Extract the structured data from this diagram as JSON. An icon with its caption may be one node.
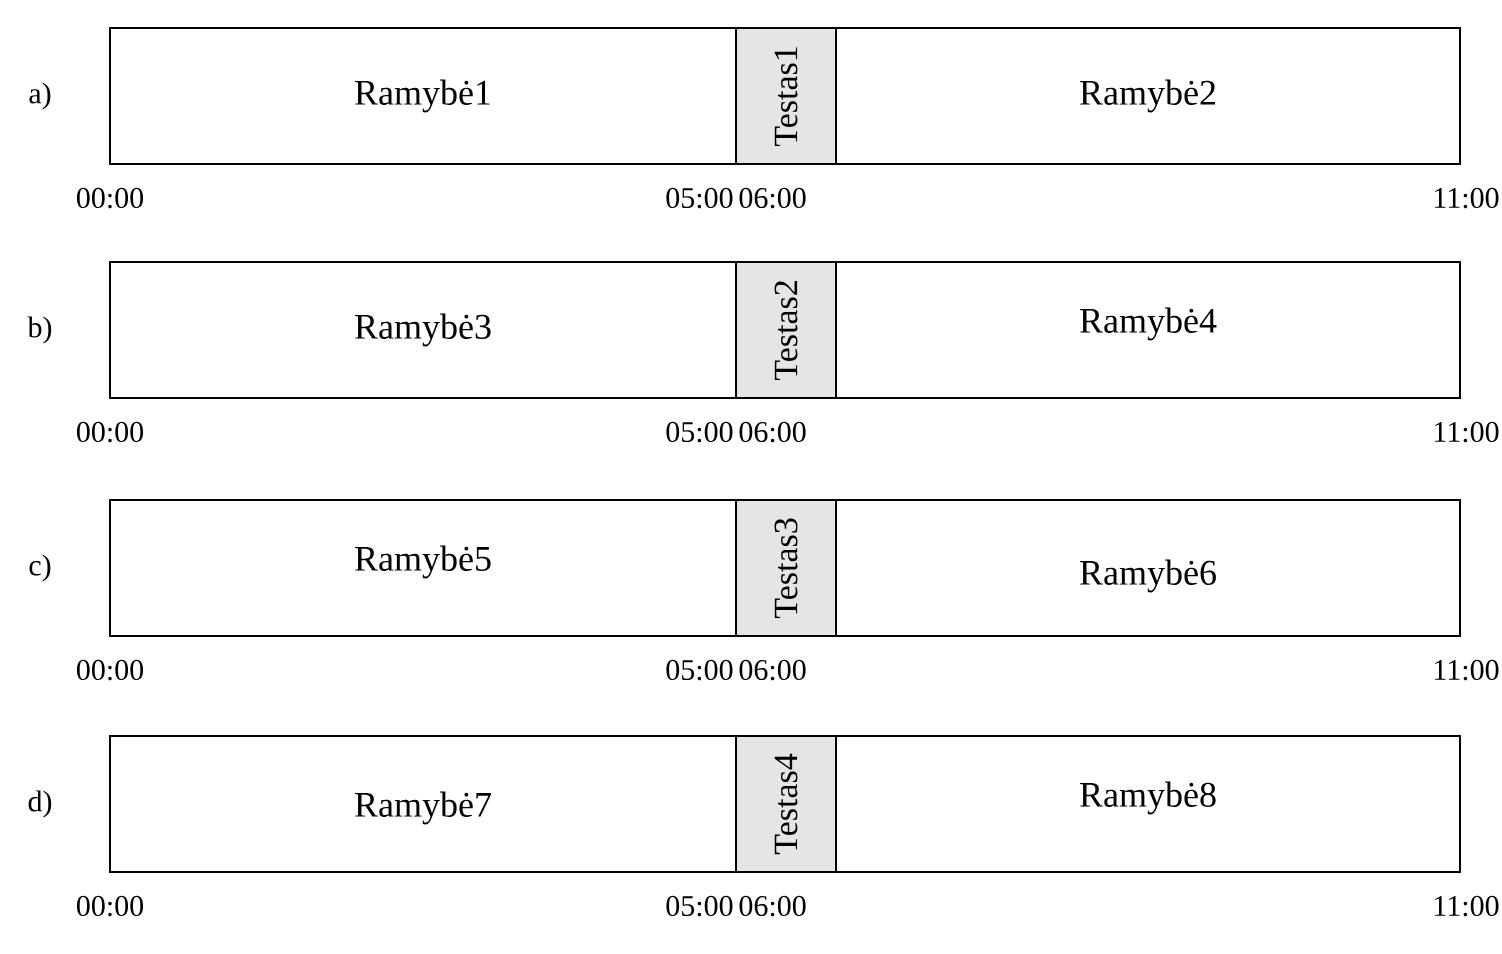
{
  "diagram": {
    "nodes": [
      {
        "text": [
          "Ramybė1"
        ]
      },
      {
        "text": [
          "Testas1"
        ]
      },
      {
        "text": [
          "Ramybė2"
        ]
      },
      {
        "text": [
          "Ramybė3"
        ]
      },
      {
        "text": [
          "Testas2"
        ]
      },
      {
        "text": [
          "Ramybė4"
        ]
      },
      {
        "text": [
          "Ramybė5"
        ]
      },
      {
        "text": [
          "Testas3"
        ]
      },
      {
        "text": [
          "Ramybė6"
        ]
      },
      {
        "text": [
          "Ramybė7"
        ]
      },
      {
        "text": [
          "Testas4"
        ]
      },
      {
        "text": [
          "Ramybė8"
        ]
      }
    ],
    "labels": [
      "a)",
      "00:00",
      "05:00",
      "06:00",
      "11:00",
      "b)",
      "00:00",
      "05:00",
      "06:00",
      "11:00",
      "c)",
      "00:00",
      "05:00",
      "06:00",
      "11:00",
      "d)",
      "00:00",
      "05:00",
      "06:00",
      "11:00"
    ]
  }
}
